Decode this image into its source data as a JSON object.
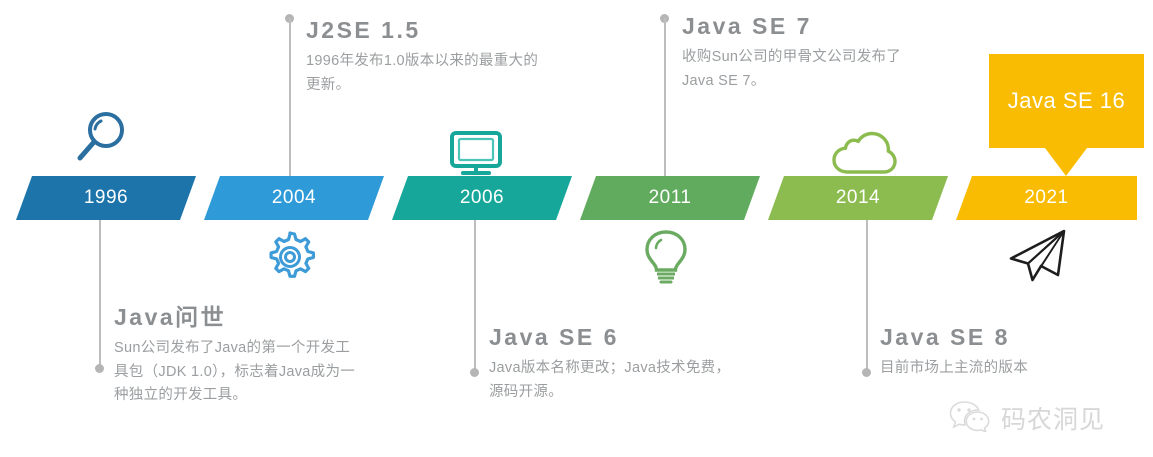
{
  "timeline": {
    "segments": [
      {
        "year": "1996",
        "color": "#1c74ab"
      },
      {
        "year": "2004",
        "color": "#2e9bd8"
      },
      {
        "year": "2006",
        "color": "#16a79a"
      },
      {
        "year": "2011",
        "color": "#61ab5e"
      },
      {
        "year": "2014",
        "color": "#8cbc4f"
      },
      {
        "year": "2021",
        "color": "#f9bc02"
      }
    ]
  },
  "events": [
    {
      "title": "Java问世",
      "body": "Sun公司发布了Java的第一个开发工具包（JDK 1.0），标志着Java成为一种独立的开发工具。",
      "position": "below",
      "year": "1996"
    },
    {
      "title": "J2SE 1.5",
      "body": "1996年发布1.0版本以来的最重大的更新。",
      "position": "above",
      "year": "2004"
    },
    {
      "title": "Java SE 6",
      "body": "Java版本名称更改；Java技术免费，源码开源。",
      "position": "below",
      "year": "2006"
    },
    {
      "title": "Java SE 7",
      "body": "收购Sun公司的甲骨文公司发布了Java SE 7。",
      "position": "above",
      "year": "2011"
    },
    {
      "title": "Java SE 8",
      "body": "目前市场上主流的版本",
      "position": "below",
      "year": "2014"
    }
  ],
  "callout": {
    "label": "Java SE 16",
    "color": "#f9bc02"
  },
  "icons": [
    {
      "name": "magnifier-icon",
      "color": "#2b6fa0",
      "year": "1996",
      "side": "above"
    },
    {
      "name": "gear-icon",
      "color": "#3d9bd8",
      "year": "2004",
      "side": "below"
    },
    {
      "name": "monitor-icon",
      "color": "#16a79a",
      "year": "2006",
      "side": "above"
    },
    {
      "name": "lightbulb-icon",
      "color": "#6aab61",
      "year": "2011",
      "side": "below"
    },
    {
      "name": "cloud-icon",
      "color": "#8cbc4f",
      "year": "2014",
      "side": "above"
    },
    {
      "name": "paper-plane-icon",
      "color": "#222222",
      "year": "2021",
      "side": "below"
    }
  ],
  "watermark": {
    "text": "码农洞见"
  }
}
